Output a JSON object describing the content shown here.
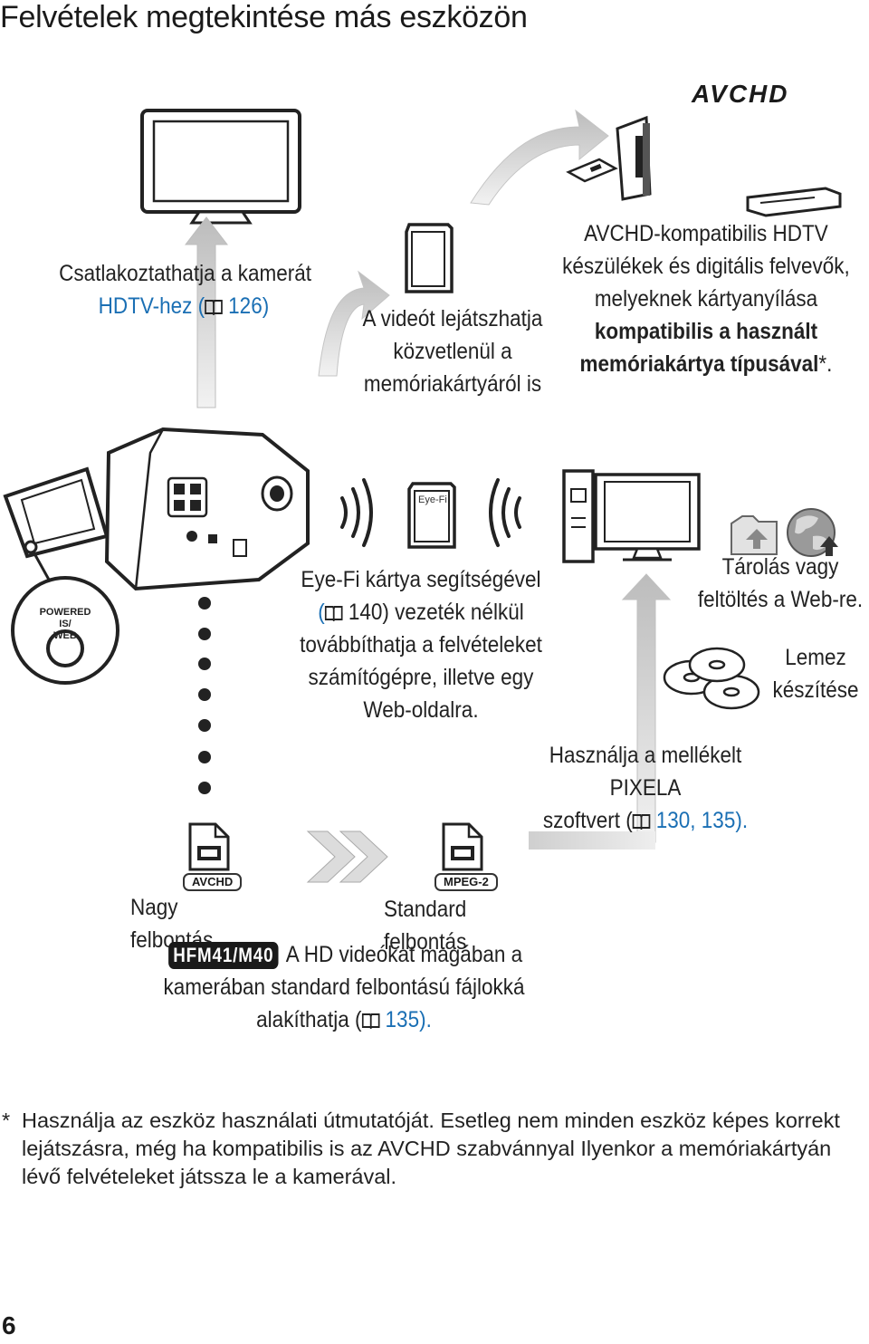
{
  "page": {
    "title": "Felvételek megtekintése más eszközön",
    "page_number": "6"
  },
  "labels": {
    "avchd_logo": "AVCHD",
    "hdtv_line1": "Csatlakoztathatja a kamerát",
    "hdtv_line2_pre": "HDTV-hez (",
    "hdtv_line2_ref": " 126)",
    "card_line1": "A videót lejátszhatja",
    "card_line2": "közvetlenül a",
    "card_line3": "memóriakártyáról is",
    "avchd_dev_line1": "AVCHD-kompatibilis HDTV",
    "avchd_dev_line2": "készülékek és digitális felvevők,",
    "avchd_dev_line3": "melyeknek kártyanyílása",
    "avchd_dev_line4": "kompatibilis a használt",
    "avchd_dev_line5": "memóriakártya típusával",
    "avchd_dev_line5_suffix": "*.",
    "button_label_line1": "POWERED IS/",
    "button_label_line2": "WEB",
    "eyefi_card": "Eye-Fi",
    "eyefi_line1": "Eye-Fi kártya segítségével",
    "eyefi_line2_pre": "(",
    "eyefi_line2_ref": " 140) vezeték nélkül",
    "eyefi_line3": "továbbíthatja a felvételeket",
    "eyefi_line4": "számítógépre, illetve egy",
    "eyefi_line5": "Web-oldalra.",
    "store_line1": "Tárolás vagy",
    "store_line2": "feltöltés a Web-re.",
    "disc_line1": "Lemez",
    "disc_line2": "készítése",
    "pixela_line1": "Használja a mellékelt PIXELA",
    "pixela_line2_pre": "szoftvert (",
    "pixela_line2_ref": " 130, 135).",
    "file_avchd": "AVCHD",
    "file_mpeg2": "MPEG-2",
    "high_res": "Nagy felbontás",
    "std_res": "Standard felbontás",
    "model_badge": "HFM41/M40",
    "conv_line1": "A HD videókat magában a",
    "conv_line2": "kamerában standard felbontású fájlokká",
    "conv_line3_pre": "alakíthatja (",
    "conv_line3_ref": " 135)."
  },
  "footnote": {
    "star": "*",
    "text": "Használja az eszköz használati útmutatóját. Esetleg nem minden eszköz képes korrekt lejátszásra, még ha kompatibilis is az AVCHD szabvánnyal Ilyenkor a memóriakártyán lévő felvételeket játssza le a kamerával."
  },
  "icons": [
    "tv-icon",
    "sd-card-icon",
    "avchd-recorder-icon",
    "camcorder-icon",
    "eyefi-card-icon",
    "wifi-signal-icon",
    "computer-icon",
    "folder-icon",
    "globe-icon",
    "disc-icon",
    "file-icon",
    "book-icon",
    "arrow-icon"
  ]
}
